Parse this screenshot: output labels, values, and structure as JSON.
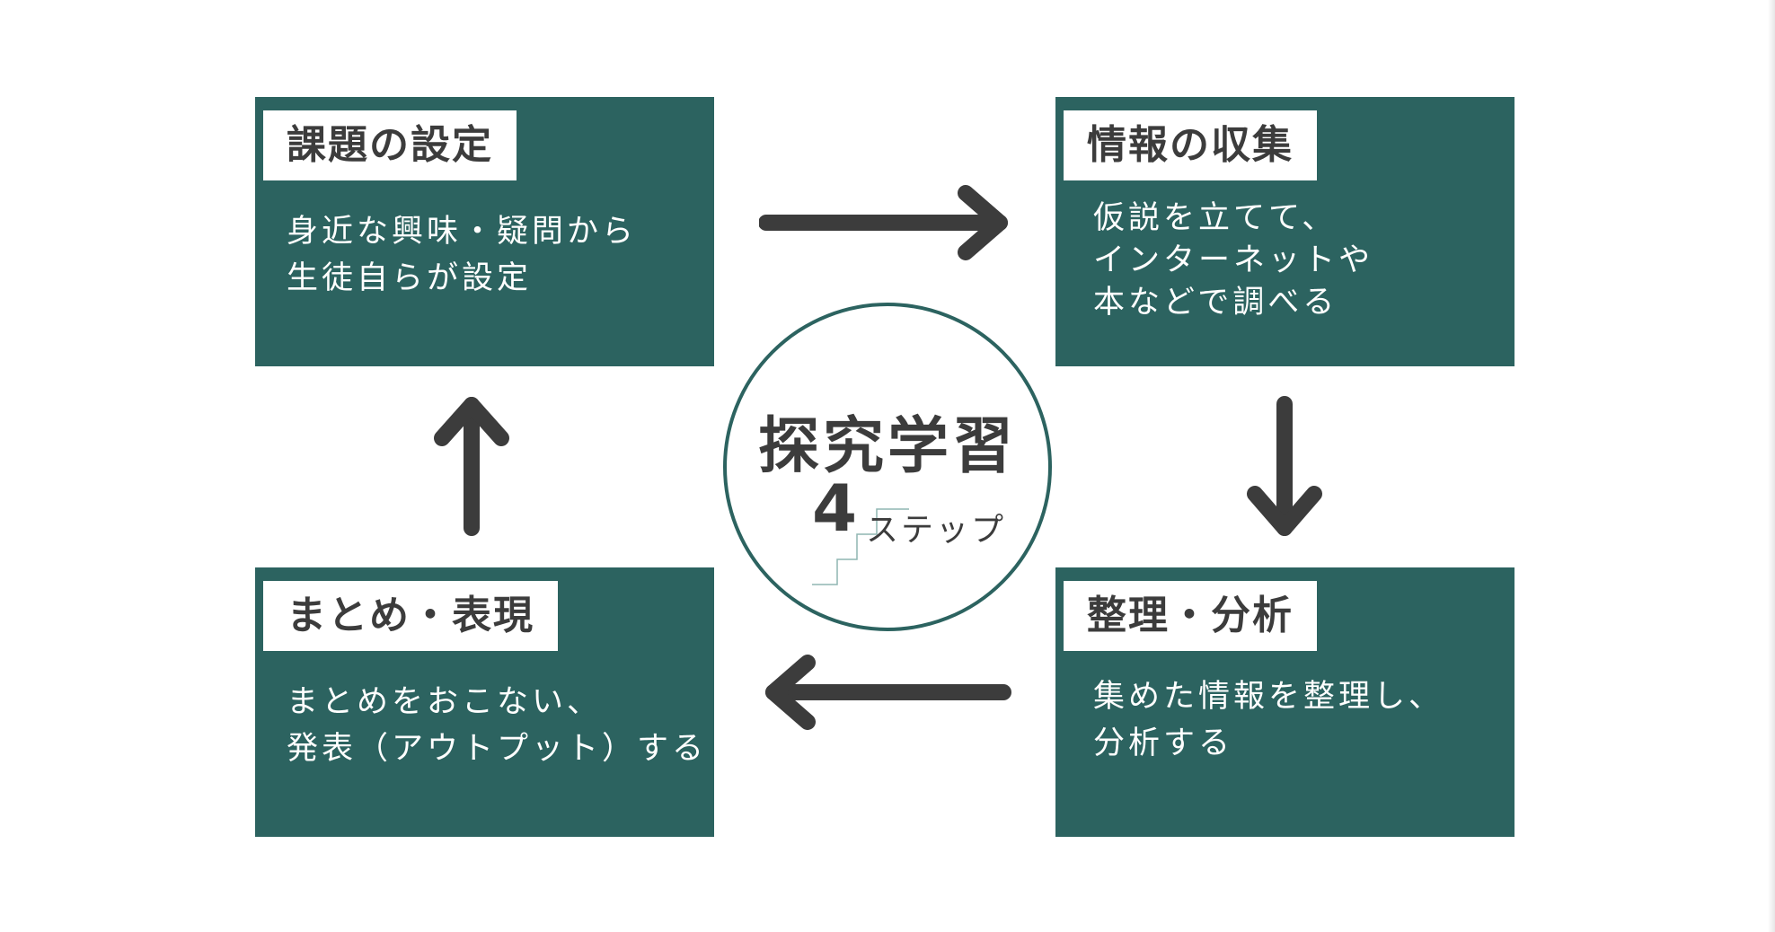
{
  "center": {
    "title": "探究学習",
    "number": "4",
    "steps_label": "ステップ"
  },
  "steps": {
    "setting": {
      "heading": "課題の設定",
      "description": "身近な興味・疑問から\n生徒自らが設定"
    },
    "collection": {
      "heading": "情報の収集",
      "description": "仮説を立てて、\nインターネットや\n本などで調べる"
    },
    "analysis": {
      "heading": "整理・分析",
      "description": "集めた情報を整理し、\n分析する"
    },
    "summary": {
      "heading": "まとめ・表現",
      "description": "まとめをおこない、\n発表（アウトプット）する"
    }
  },
  "colors": {
    "box": "#2c6360",
    "arrow": "#3c3c3c",
    "text_dark": "#3c3c3c"
  },
  "icons": [
    "arrow-right-icon",
    "arrow-down-icon",
    "arrow-left-icon",
    "arrow-up-icon",
    "stairs-icon"
  ]
}
